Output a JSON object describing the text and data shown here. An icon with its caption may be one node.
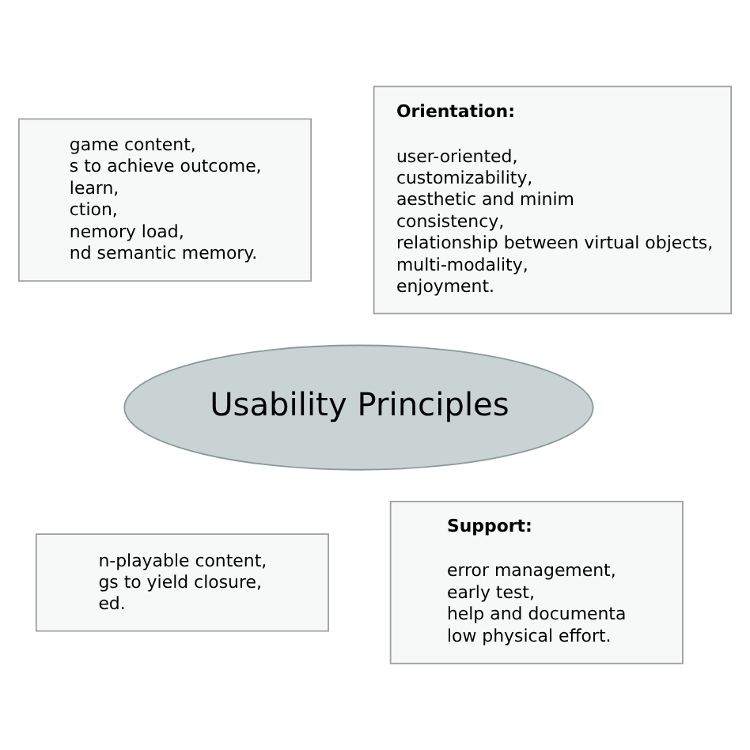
{
  "diagram": {
    "nodes": [
      {
        "text": [
          "game content,",
          "s to achieve outcome,",
          "learn,",
          "ction,",
          "nemory load,",
          "nd semantic memory."
        ]
      },
      {
        "text": [
          "Orientation:",
          "user-oriented,",
          "customizability,",
          "aesthetic and minim",
          "consistency,",
          "relationship between virtual objects,",
          "multi-modality,",
          "enjoyment."
        ]
      },
      {
        "text": [
          "Usability Principles"
        ]
      },
      {
        "text": [
          "n-playable content,",
          "gs to yield closure,",
          "ed."
        ]
      },
      {
        "text": [
          "Support:",
          "error management,",
          "early test,",
          "help and documenta",
          "low physical effort."
        ]
      }
    ]
  }
}
